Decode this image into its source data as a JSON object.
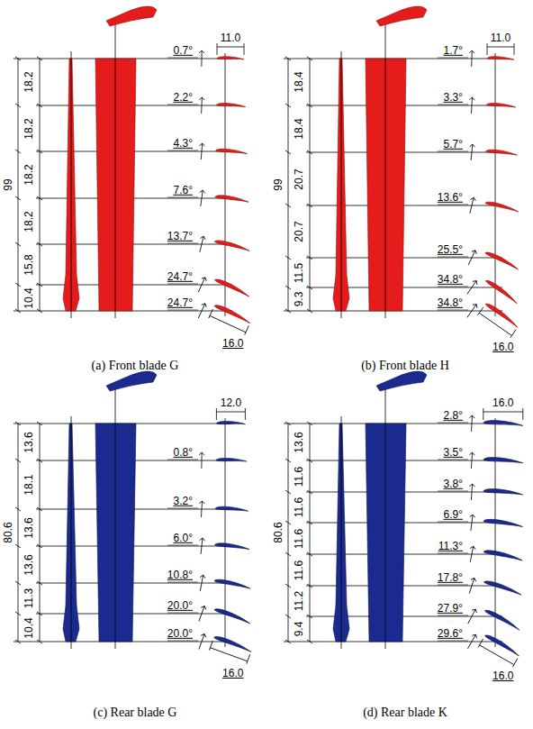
{
  "diagram": {
    "labels": [
      "99",
      "18.2",
      "18.2",
      "18.2",
      "18.2",
      "15.8",
      "10.4",
      "0.7°",
      "2.2°",
      "4.3°",
      "7.6°",
      "13.7°",
      "24.7°",
      "24.7°",
      "11.0",
      "16.0",
      "(a) Front blade G",
      "99",
      "18.4",
      "18.4",
      "20.7",
      "20.7",
      "11.5",
      "9.3",
      "1.7°",
      "3.3°",
      "5.7°",
      "13.6°",
      "25.5°",
      "34.8°",
      "34.8°",
      "11.0",
      "16.0",
      "(b) Front blade H",
      "80.6",
      "13.6",
      "18.1",
      "13.6",
      "13.6",
      "11.3",
      "10.4",
      "0.8°",
      "3.2°",
      "6.0°",
      "10.8°",
      "20.0°",
      "20.0°",
      "12.0",
      "16.0",
      "(c) Rear blade G",
      "80.6",
      "13.6",
      "11.6",
      "11.6",
      "11.6",
      "11.6",
      "11.2",
      "9.4",
      "2.8°",
      "3.5°",
      "3.8°",
      "6.9°",
      "11.3°",
      "17.8°",
      "27.9°",
      "29.6°",
      "16.0",
      "16.0",
      "(d) Rear blade K"
    ]
  }
}
